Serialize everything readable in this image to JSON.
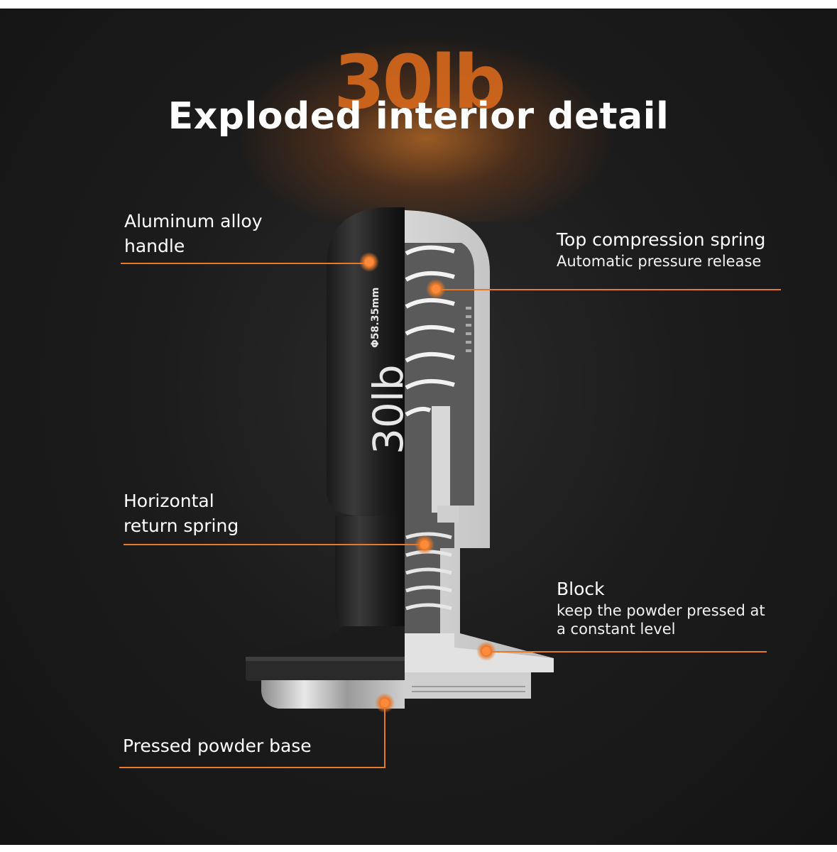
{
  "header": {
    "weight_badge": "30lb",
    "title": "Exploded interior detail"
  },
  "engraving": {
    "size": "Φ58.35mm",
    "weight": "30lb"
  },
  "callouts": {
    "handle": {
      "line1": "Aluminum alloy",
      "line2": "handle"
    },
    "top_spring": {
      "title": "Top compression spring",
      "desc": "Automatic pressure release"
    },
    "return_spring": {
      "line1": "Horizontal",
      "line2": "return spring"
    },
    "block": {
      "title": "Block",
      "desc_line1": "keep the powder pressed at",
      "desc_line2": "a constant level"
    },
    "base": {
      "label": "Pressed powder base"
    }
  },
  "colors": {
    "accent": "#e8782a",
    "background": "#1c1c1c",
    "text": "#ffffff"
  }
}
